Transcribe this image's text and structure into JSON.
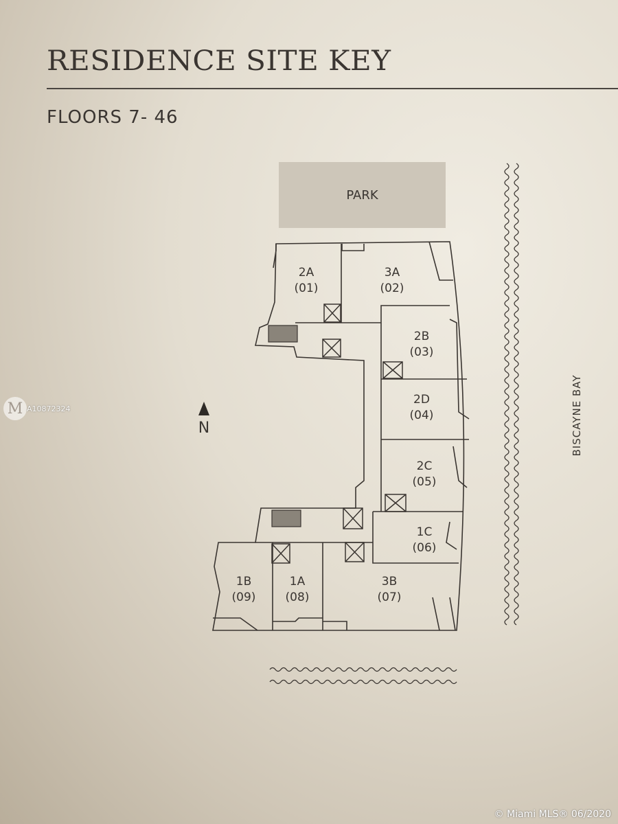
{
  "header": {
    "title": "RESIDENCE SITE KEY",
    "subtitle": "FLOORS 7- 46"
  },
  "map": {
    "park_label": "PARK",
    "bay_label": "BISCAYNE BAY",
    "north_label": "N",
    "units": [
      {
        "name": "2A",
        "number": "(01)"
      },
      {
        "name": "3A",
        "number": "(02)"
      },
      {
        "name": "2B",
        "number": "(03)"
      },
      {
        "name": "2D",
        "number": "(04)"
      },
      {
        "name": "2C",
        "number": "(05)"
      },
      {
        "name": "1C",
        "number": "(06)"
      },
      {
        "name": "3B",
        "number": "(07)"
      },
      {
        "name": "1A",
        "number": "(08)"
      },
      {
        "name": "1B",
        "number": "(09)"
      }
    ]
  },
  "watermark": {
    "listing_id": "A10872324",
    "copyright": "© Miami MLS® 06/2020"
  }
}
